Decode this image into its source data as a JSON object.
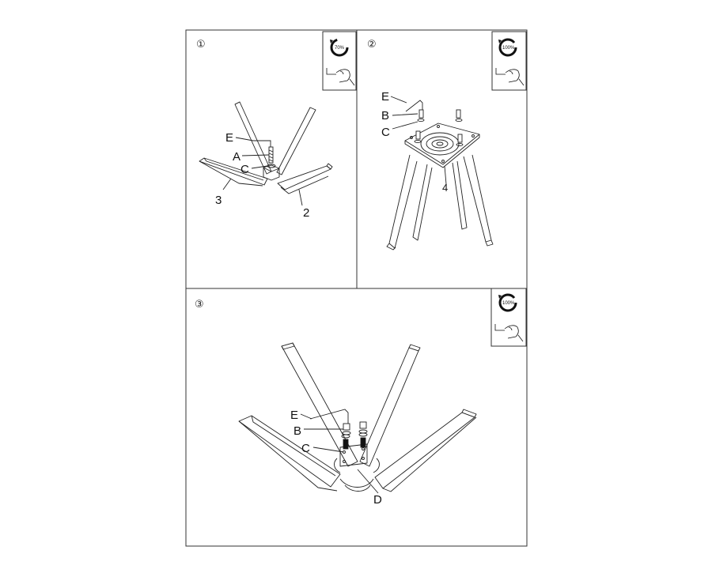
{
  "steps": [
    {
      "number": "①",
      "torque": "70%",
      "labels": {
        "e": "E",
        "a": "A",
        "c": "C",
        "part3": "3",
        "part2": "2"
      }
    },
    {
      "number": "②",
      "torque": "100%",
      "labels": {
        "e": "E",
        "b": "B",
        "c": "C",
        "part4": "4"
      }
    },
    {
      "number": "③",
      "torque": "100%",
      "labels": {
        "e": "E",
        "b": "B",
        "c": "C",
        "d": "D"
      }
    }
  ],
  "icons": {
    "torque_icon": "rotate-arrow-icon",
    "tool_icon": "hand-allen-key-icon"
  },
  "colors": {
    "line": "#222222",
    "border": "#333333"
  }
}
